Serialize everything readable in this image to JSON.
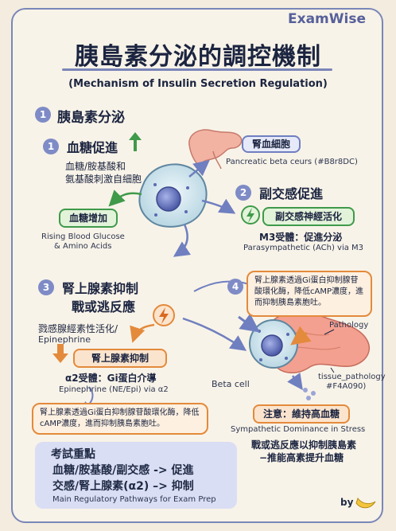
{
  "brand": "ExamWise",
  "title": "胰島素分泌的調控機制",
  "subtitle": "(Mechanism of Insulin Secretion Regulation)",
  "section1": {
    "num": "1",
    "label": "胰島素分泌"
  },
  "sub1": {
    "num": "1",
    "label": "血糖促進",
    "desc_line1": "血糖/胺基酸和",
    "desc_line2": "氨基酸刺激自細胞",
    "pill": "血糖增加",
    "en_line1": "Rising Blood Glucose",
    "en_line2": "& Amino Acids"
  },
  "beta_cell": {
    "pill": "腎血細胞",
    "en": "Pancreatic beta ceurs (#B8r8DC)"
  },
  "sub2": {
    "num": "2",
    "label": "副交感促進",
    "pill": "副交感神經活化",
    "line1": "M3受體：促進分泌",
    "line2": "Parasympathetic (ACh) via M3"
  },
  "sub3": {
    "num": "3",
    "label_line1": "腎上腺素抑制",
    "label_line2": "戰或逃反應",
    "desc_line1": "戮感腺經素性活化/",
    "desc_line2": "Epinephrine",
    "pill": "腎上腺素抑制",
    "receptor": "α2受體：Gi蛋白介導",
    "receptor_en": "Epinephrine (NE/Epi) via α2",
    "note": "腎上腺素透過Gi蛋白抑制腺苷酸環化酶，降低cAMP濃度，進而抑制胰島素胞吐。"
  },
  "sub4": {
    "num": "4",
    "note": "腎上腺素透過Gi蛋白抑制腺苷酸環化酶，降低cAMP濃度，進而抑制胰島素胞吐。",
    "pathology": "Pathology",
    "tissue_line1": "tissue_pathology",
    "tissue_line2": "#F4A090)",
    "beta_cell_label": "Beta cell",
    "pill": "注意：維持高血糖",
    "en": "Sympathetic Dominance in Stress",
    "summary_line1": "戰或逃反應以抑制胰島素",
    "summary_line2": "−推能高素提升血糖"
  },
  "exam": {
    "title": "考試重點",
    "line1": "血糖/胺基酸/副交感 -> 促進",
    "line2": "交感/腎上腺素(α2) –> 抑制",
    "en": "Main Regulatory Pathways for Exam Prep"
  },
  "signature": "by",
  "colors": {
    "accent": "#7e8bc6",
    "green": "#3f9a4a",
    "orange": "#e38a3c",
    "paper": "#f8f3e8"
  }
}
